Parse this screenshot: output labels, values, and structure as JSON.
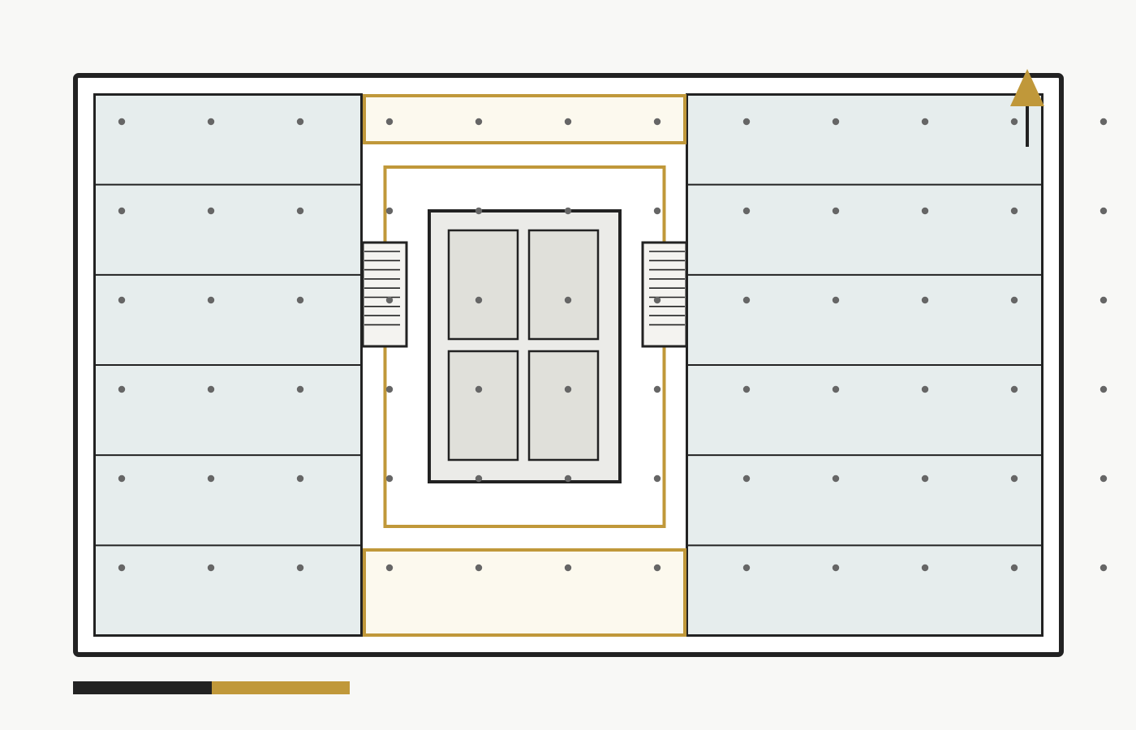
{
  "floor_plan": {
    "colors": {
      "background": "#f8f8f6",
      "wall": "#222222",
      "floor": "#ffffff",
      "office_bay": "#e6eded",
      "core": "#ebebe8",
      "lift": "#e0e0da",
      "stair": "#f4f3f0",
      "highlight_fill": "#fcf9ee",
      "accent": "#c0983a",
      "column_dot": "#666666"
    },
    "left_wing": {
      "bays": 6
    },
    "right_wing": {
      "bays": 6
    },
    "core": {
      "lift_count": 4
    },
    "stairs": {
      "count": 2,
      "treads_each": 9
    },
    "highlighted_zones": [
      "top-strip",
      "bottom-strip",
      "core-ring"
    ],
    "column_grid": {
      "columns": 12,
      "rows": 6
    },
    "north_arrow": {
      "icon": "north-arrow-icon",
      "color": "#c0983a"
    },
    "scale_bar": {
      "segments": [
        "#222222",
        "#c0983a"
      ]
    }
  }
}
